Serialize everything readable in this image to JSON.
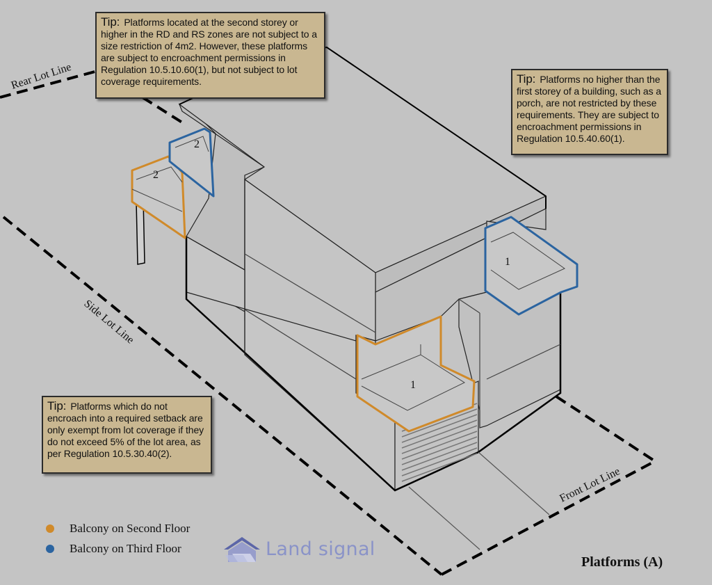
{
  "tips": {
    "top": {
      "label": "Tip:",
      "text": "Platforms located at the second storey or higher in the RD and RS zones are not subject to a size restriction of 4m2.  However, these platforms are subject to encroachment permissions in Regulation 10.5.10.60(1), but not subject to lot coverage requirements."
    },
    "right": {
      "label": "Tip:",
      "text": "Platforms no higher than the first storey of a building, such as a porch, are not restricted by these requirements. They are subject to encroachment permissions in Regulation 10.5.40.60(1)."
    },
    "left": {
      "label": "Tip:",
      "text": "Platforms which do not encroach into a required setback are only exempt from lot coverage if they do not exceed 5% of the lot area, as per Regulation 10.5.30.40(2)."
    }
  },
  "lot_lines": {
    "rear": "Rear Lot Line",
    "side": "Side Lot Line",
    "front": "Front Lot Line"
  },
  "balcony_numbers": {
    "second_floor_upper": "2",
    "third_floor_upper": "2",
    "third_floor_front": "1",
    "second_floor_front": "1"
  },
  "legend": [
    {
      "label": "Balcony on Second Floor",
      "color": "#d08a2a"
    },
    {
      "label": "Balcony on Third Floor",
      "color": "#2b64a0"
    }
  ],
  "logo": {
    "text": "Land signal",
    "icon": "house-logo-icon"
  },
  "figure_title": "Platforms  (A)",
  "colors": {
    "background": "#c4c4c4",
    "tip_box": "#c9b791",
    "orange": "#d08a2a",
    "blue": "#2b64a0"
  }
}
